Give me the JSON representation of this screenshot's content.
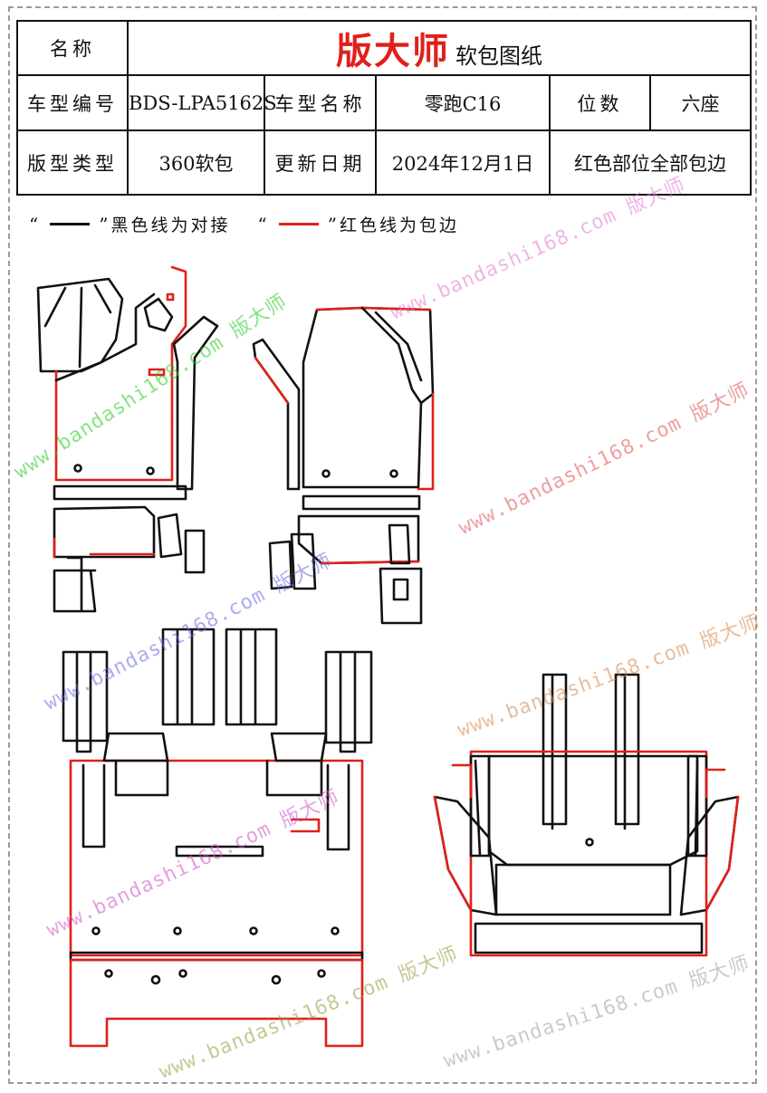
{
  "table": {
    "name_label": "名称",
    "brand": "版大师",
    "brand_sub": "软包图纸",
    "model_code_label": "车型编号",
    "model_code": "BDS-LPA5162S",
    "model_name_label": "车型名称",
    "model_name": "零跑C16",
    "seats_label": "位数",
    "seats": "六座",
    "type_label": "版型类型",
    "type_value": "360软包",
    "date_label": "更新日期",
    "date_value": "2024年12月1日",
    "note": "红色部位全部包边"
  },
  "legend": {
    "quote_open": "“",
    "quote_close": "”",
    "black_text": "黑色线为对接",
    "red_text": "红色线为包边"
  },
  "watermark": {
    "text": "www.bandashi168.com 版大师"
  },
  "colors": {
    "red": "#e0201b",
    "black": "#111111",
    "wm_green": "#22cc22",
    "wm_pink": "#e27ad2",
    "wm_orange": "#d4874a",
    "wm_blue": "#6a6ae0",
    "wm_gray": "#a0a0a0",
    "wm_red": "#e05050"
  }
}
